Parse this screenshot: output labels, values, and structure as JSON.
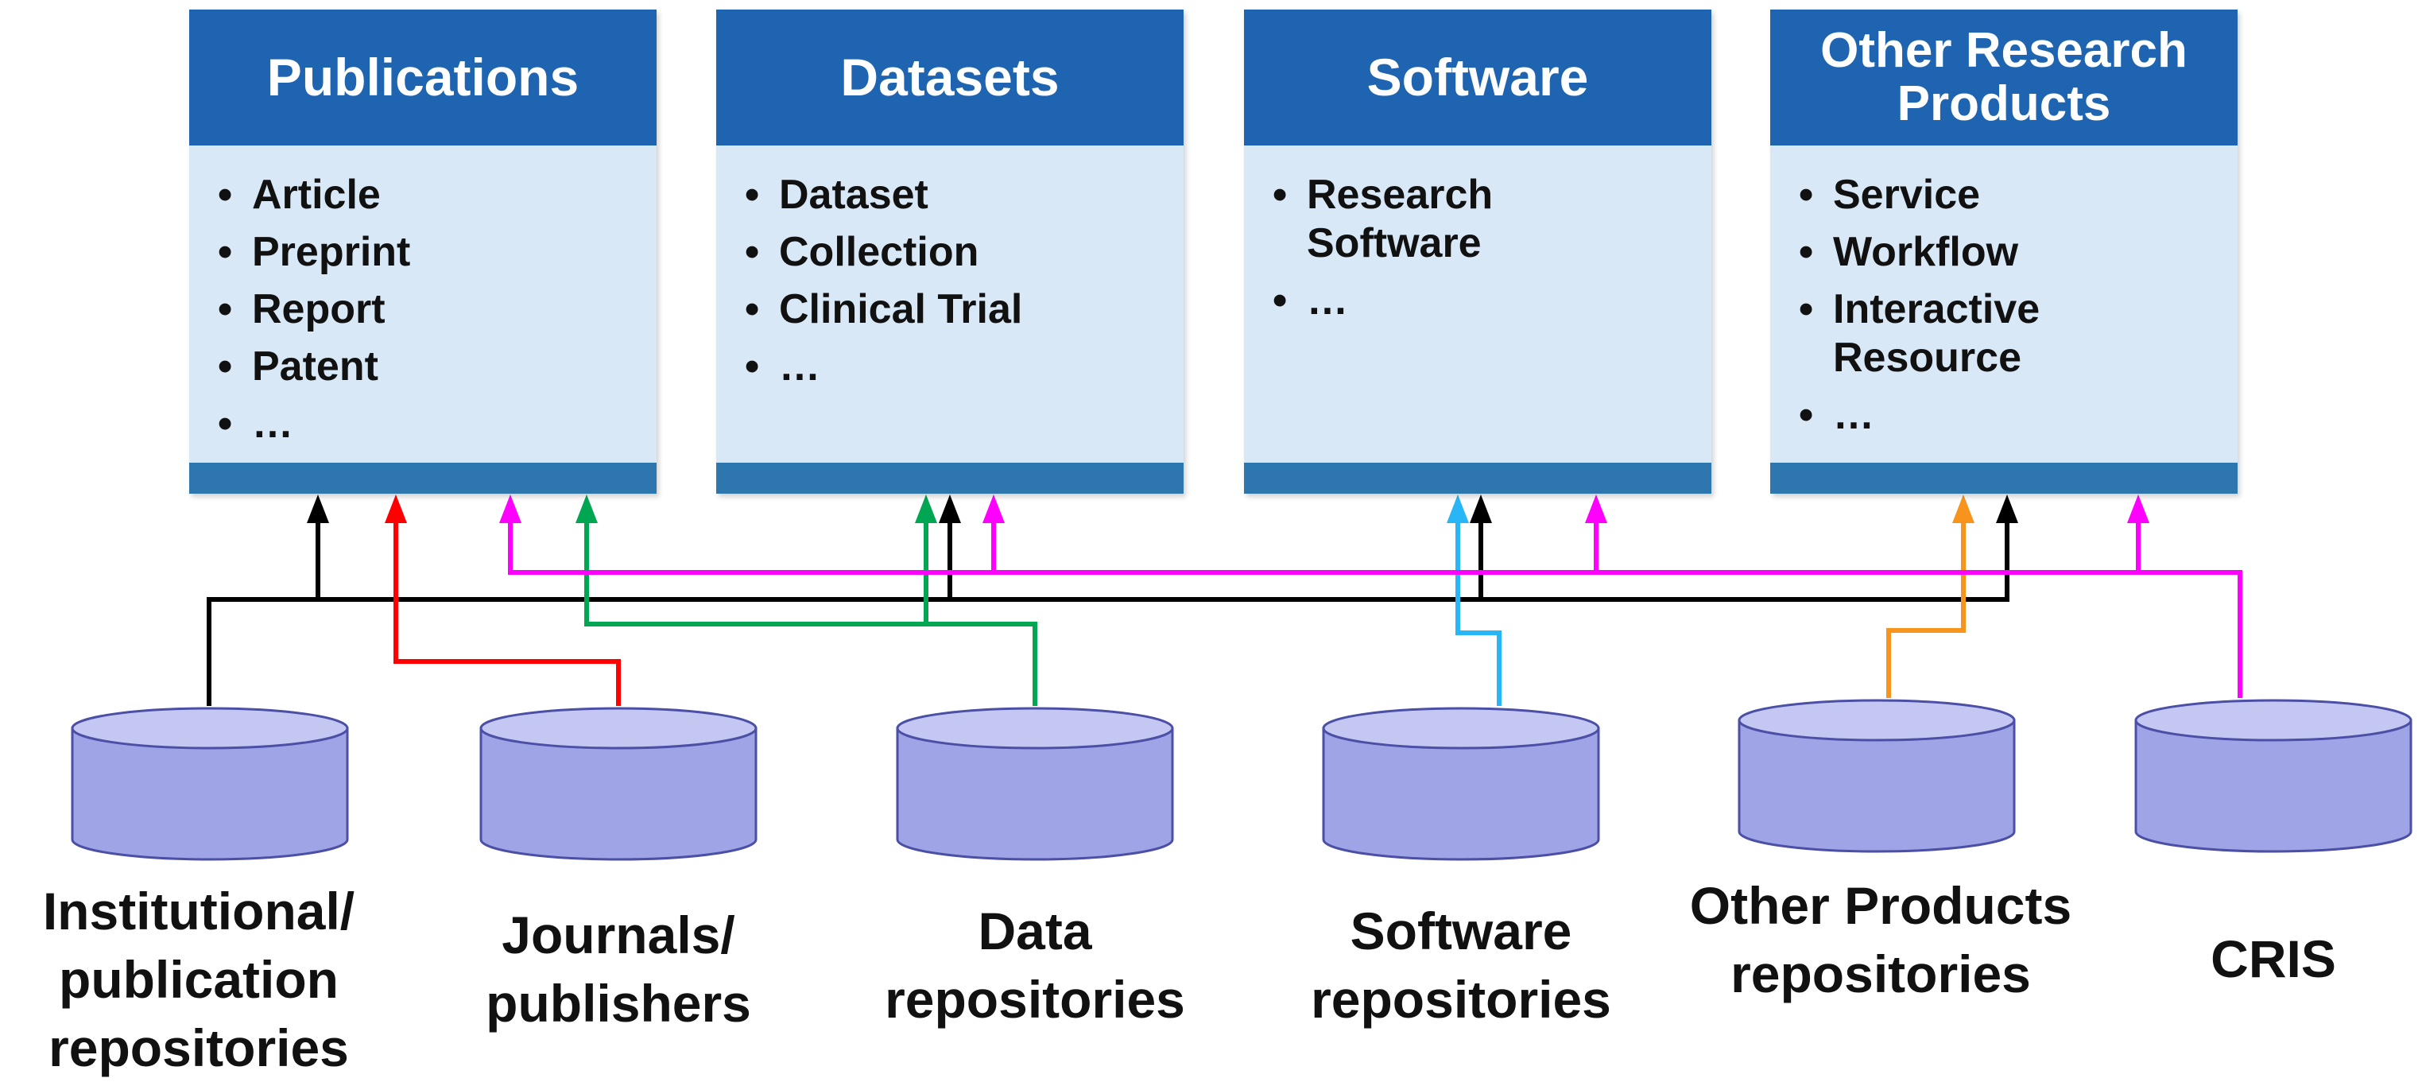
{
  "categories": [
    {
      "title": "Publications",
      "items": [
        "Article",
        "Preprint",
        "Report",
        "Patent",
        "…"
      ]
    },
    {
      "title": "Datasets",
      "items": [
        "Dataset",
        "Collection",
        "Clinical Trial",
        "…"
      ]
    },
    {
      "title": "Software",
      "items": [
        "Research Software",
        "…"
      ]
    },
    {
      "title": "Other Research Products",
      "items": [
        "Service",
        "Workflow",
        "Interactive Resource",
        "…"
      ]
    }
  ],
  "sources": [
    {
      "label": "Institutional/ publication repositories",
      "color": "#000000"
    },
    {
      "label": "Journals/ publishers",
      "color": "#ff0000"
    },
    {
      "label": "Data repositories",
      "color": "#00a651"
    },
    {
      "label": "Software repositories",
      "color": "#29b6f6"
    },
    {
      "label": "Other Products repositories",
      "color": "#f7941d"
    },
    {
      "label": "CRIS",
      "color": "#ff00ff"
    }
  ],
  "colors": {
    "header": "#1f64b0",
    "body": "#d9e8f7",
    "footer": "#2e76ae",
    "cylinder_fill": "#9fa4e6",
    "cylinder_top": "#c3c7f1"
  }
}
